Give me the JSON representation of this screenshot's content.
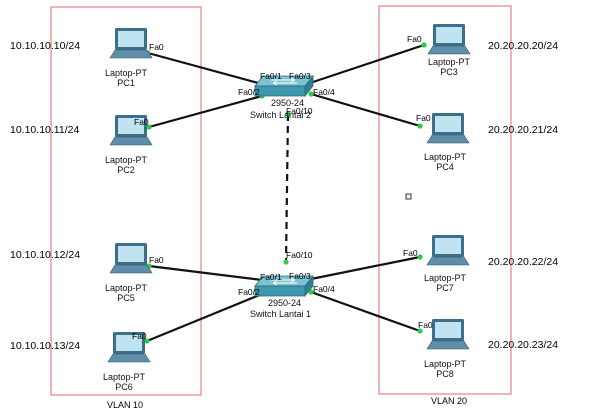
{
  "vlans": [
    {
      "id": "vlan10",
      "label": "VLAN 10",
      "color": "#e06a6a"
    },
    {
      "id": "vlan20",
      "label": "VLAN 20",
      "color": "#e06a6a"
    }
  ],
  "switches": {
    "sw2": {
      "model": "2950-24",
      "name": "Switch Lantai 2"
    },
    "sw1": {
      "model": "2950-24",
      "name": "Switch Lantai 1"
    }
  },
  "laptops": {
    "pc1": {
      "type": "Laptop-PT",
      "name": "PC1",
      "ip": "10.10.10.10/24",
      "port": "Fa0"
    },
    "pc2": {
      "type": "Laptop-PT",
      "name": "PC2",
      "ip": "10.10.10.11/24",
      "port": "Fa0"
    },
    "pc5": {
      "type": "Laptop-PT",
      "name": "PC5",
      "ip": "10.10.10.12/24",
      "port": "Fa0"
    },
    "pc6": {
      "type": "Laptop-PT",
      "name": "PC6",
      "ip": "10.10.10.13/24",
      "port": "Fa0"
    },
    "pc3": {
      "type": "Laptop-PT",
      "name": "PC3",
      "ip": "20.20.20.20/24",
      "port": "Fa0"
    },
    "pc4": {
      "type": "Laptop-PT",
      "name": "PC4",
      "ip": "20.20.20.21/24",
      "port": "Fa0"
    },
    "pc7": {
      "type": "Laptop-PT",
      "name": "PC7",
      "ip": "20.20.20.22/24",
      "port": "Fa0"
    },
    "pc8": {
      "type": "Laptop-PT",
      "name": "PC8",
      "ip": "20.20.20.23/24",
      "port": "Fa0"
    }
  },
  "ports": {
    "sw2_p1": "Fa0/1",
    "sw2_p2": "Fa0/2",
    "sw2_p3": "Fa0/3",
    "sw2_p4": "Fa0/4",
    "sw2_p10": "Fa0/10",
    "sw1_p1": "Fa0/1",
    "sw1_p2": "Fa0/2",
    "sw1_p3": "Fa0/3",
    "sw1_p4": "Fa0/4",
    "sw1_p10": "Fa0/10"
  },
  "colors": {
    "link": "#111111",
    "link_dot": "#2ecc40",
    "switch": "#4aa3b8",
    "laptop": "#3e6f8a",
    "laptop_screen": "#bfe3ef"
  }
}
